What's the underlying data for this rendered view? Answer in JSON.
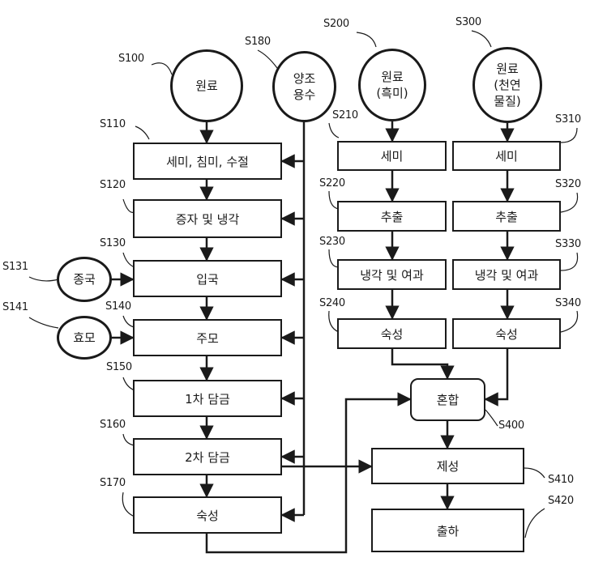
{
  "steps": {
    "s100": {
      "label": "원료",
      "code": "S100"
    },
    "s110": {
      "label": "세미, 침미, 수절",
      "code": "S110"
    },
    "s120": {
      "label": "증자 및 냉각",
      "code": "S120"
    },
    "s130": {
      "label": "입국",
      "code": "S130"
    },
    "s131": {
      "label": "종국",
      "code": "S131"
    },
    "s140": {
      "label": "주모",
      "code": "S140"
    },
    "s141": {
      "label": "효모",
      "code": "S141"
    },
    "s150": {
      "label": "1차 담금",
      "code": "S150"
    },
    "s160": {
      "label": "2차 담금",
      "code": "S160"
    },
    "s170": {
      "label": "숙성",
      "code": "S170"
    },
    "s180": {
      "label": "양조\n용수",
      "code": "S180"
    },
    "s200": {
      "label": "원료\n(흑미)",
      "code": "S200"
    },
    "s210": {
      "label": "세미",
      "code": "S210"
    },
    "s220": {
      "label": "추출",
      "code": "S220"
    },
    "s230": {
      "label": "냉각 및 여과",
      "code": "S230"
    },
    "s240": {
      "label": "숙성",
      "code": "S240"
    },
    "s300": {
      "label": "원료\n(천연\n물질)",
      "code": "S300"
    },
    "s310": {
      "label": "세미",
      "code": "S310"
    },
    "s320": {
      "label": "추출",
      "code": "S320"
    },
    "s330": {
      "label": "냉각 및 여과",
      "code": "S330"
    },
    "s340": {
      "label": "숙성",
      "code": "S340"
    },
    "s400": {
      "label": "혼합",
      "code": "S400"
    },
    "s410": {
      "label": "제성",
      "code": "S410"
    },
    "s420": {
      "label": "출하",
      "code": "S420"
    }
  }
}
